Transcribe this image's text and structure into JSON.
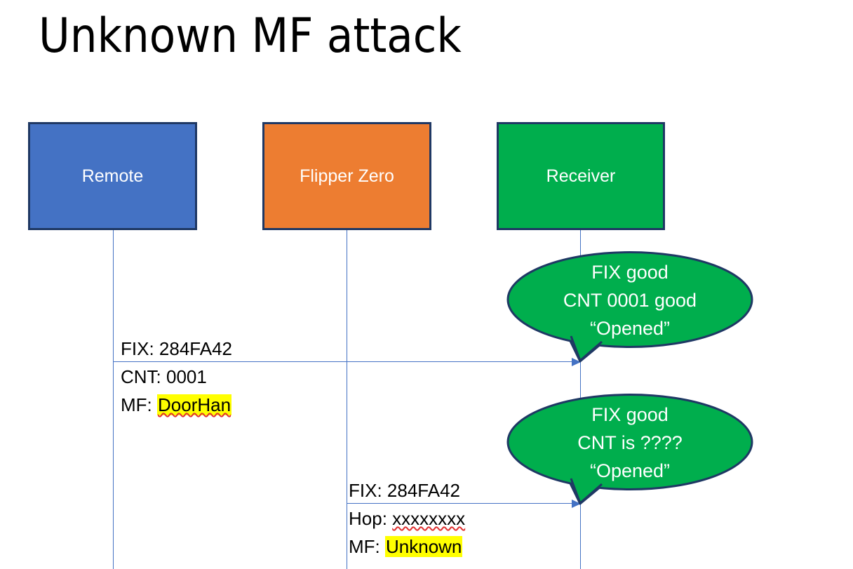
{
  "slide": {
    "title": "Unknown MF attack",
    "background": "#FFFFFF"
  },
  "colors": {
    "remote_fill": "#4472C4",
    "flipper_fill": "#ED7D31",
    "receiver_fill": "#00AE4D",
    "box_border": "#1F3864",
    "lifeline": "#4472C4",
    "callout_fill": "#00AE4D",
    "callout_border": "#1F3864",
    "highlight": "#FFFF00",
    "spellcheck_underline": "#E03030",
    "text_dark": "#000000",
    "text_light": "#FFFFFF"
  },
  "actors": [
    {
      "id": "remote",
      "label": "Remote"
    },
    {
      "id": "flipper",
      "label": "Flipper Zero"
    },
    {
      "id": "receiver",
      "label": "Receiver"
    }
  ],
  "messages": [
    {
      "id": "msg-1",
      "from": "remote",
      "to": "receiver",
      "line1": "FIX: 284FA42",
      "line2_prefix": "CNT: 0001",
      "line3_prefix": "MF: ",
      "line3_value": "DoorHan",
      "line3_highlighted": true,
      "line3_spellchecked": true
    },
    {
      "id": "msg-2",
      "from": "flipper",
      "to": "receiver",
      "line1": "FIX: 284FA42",
      "line2_prefix": "Hop: ",
      "line2_value": "xxxxxxxx",
      "line2_spellchecked": true,
      "line3_prefix": "MF: ",
      "line3_value": "Unknown",
      "line3_highlighted": true,
      "line3_spellchecked": false
    }
  ],
  "callouts": [
    {
      "id": "callout-1",
      "attached_to": "msg-1",
      "lines": [
        "FIX good",
        "CNT 0001 good",
        "“Opened”"
      ]
    },
    {
      "id": "callout-2",
      "attached_to": "msg-2",
      "lines": [
        "FIX good",
        "CNT is ????",
        "“Opened”"
      ]
    }
  ]
}
